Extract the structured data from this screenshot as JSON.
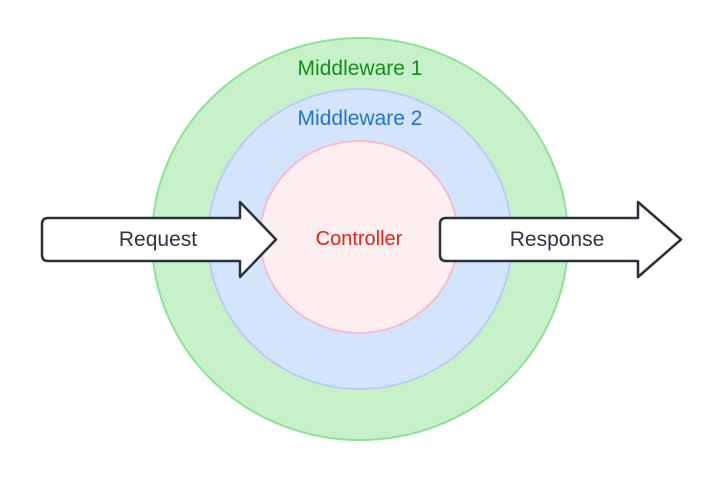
{
  "canvas": {
    "background": "#ffffff"
  },
  "diagram": {
    "type": "onion-rings-request-response",
    "rings": [
      {
        "label": "Middleware 1",
        "fill": "#c7f2c9",
        "stroke": "#8ee09b",
        "label_color": "#188c18"
      },
      {
        "label": "Middleware 2",
        "fill": "#d4e5fb",
        "stroke": "#b7cdf7",
        "label_color": "#2273cd"
      },
      {
        "label": "Controller",
        "fill": "#fdeef0",
        "stroke": "#f9bad4",
        "label_color": "#e52319"
      }
    ],
    "arrows": {
      "fill": "#ffffff",
      "stroke": "#2a303c",
      "label_color": "#2f3542",
      "request": {
        "label": "Request",
        "direction": "right"
      },
      "response": {
        "label": "Response",
        "direction": "right"
      }
    }
  }
}
